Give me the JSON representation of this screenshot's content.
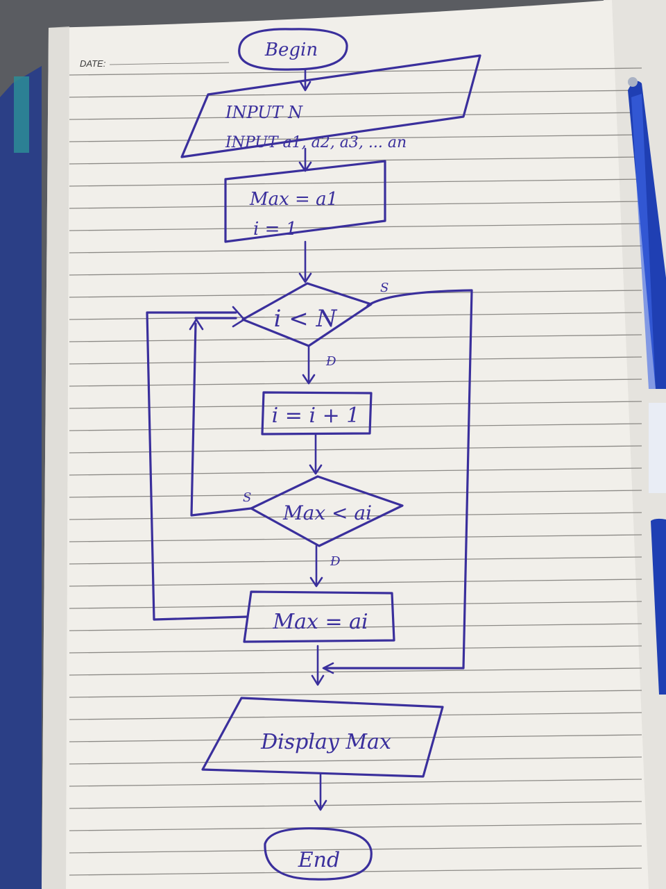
{
  "notebook": {
    "date_label": "DATE:"
  },
  "flowchart": {
    "start": "Begin",
    "input_line_1": "INPUT   N",
    "input_line_2": "INPUT   a1, a2, a3, ... an",
    "init_line_1": "Max =  a1",
    "init_line_2": "i  =  1",
    "loop_condition": "i < N",
    "loop_true_label": "Đ",
    "loop_false_label": "S",
    "increment": "i = i + 1",
    "compare_condition": "Max < ai",
    "compare_true_label": "Đ",
    "compare_false_label": "S",
    "assign": "Max = ai",
    "output": "Display Max",
    "end": "End"
  },
  "colors": {
    "ink": "#3a2f9c",
    "paper": "#f1efea",
    "pen_blue": "#1f3fb3"
  }
}
